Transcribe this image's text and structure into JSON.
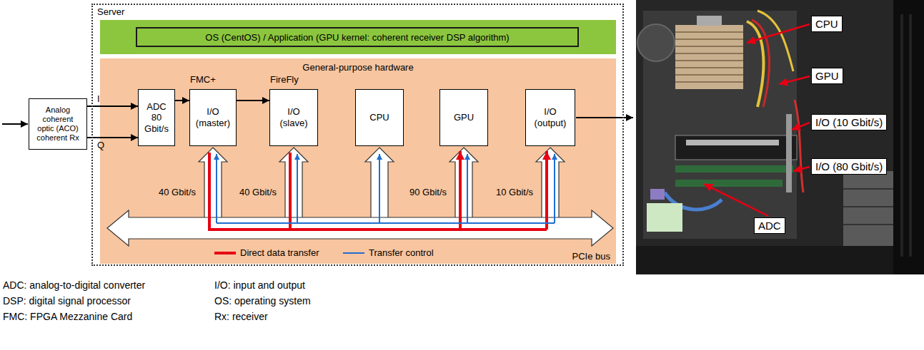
{
  "diagram": {
    "nodes": [
      {
        "text": [
          "Analog coherent optic (ACO) coherent Rx"
        ]
      },
      {
        "text": [
          "Server"
        ]
      },
      {
        "text": [
          "OS (CentOS) / Application (GPU kernel: coherent receiver DSP algorithm)"
        ],
        "in": 1
      },
      {
        "text": [
          "General-purpose hardware",
          "PCIe bus"
        ],
        "in": 1
      },
      {
        "text": [
          "ADC 80 Gbit/s"
        ],
        "in": 3
      },
      {
        "text": [
          "I/O (master)"
        ],
        "in": 3
      },
      {
        "text": [
          "I/O (slave)"
        ],
        "in": 3
      },
      {
        "text": [
          "CPU"
        ],
        "in": 3
      },
      {
        "text": [
          "GPU"
        ],
        "in": 3
      },
      {
        "text": [
          "I/O (output)"
        ],
        "in": 3
      }
    ],
    "edges": [
      {
        "from": 0,
        "to": 4,
        "arrow": "to",
        "label": "I"
      },
      {
        "from": 0,
        "to": 4,
        "arrow": "to",
        "label": "Q"
      },
      {
        "from": 4,
        "to": 5,
        "arrow": "to"
      },
      {
        "from": 5,
        "to": 6,
        "arrow": "to"
      }
    ],
    "labels": [
      "FMC+",
      "FireFly",
      "40 Gbit/s",
      "40 Gbit/s",
      "90 Gbit/s",
      "10 Gbit/s",
      "CPU",
      "GPU",
      "I/O (10 Gbit/s)",
      "I/O (80 Gbit/s)",
      "ADC",
      "ADC: analog-to-digital converter",
      "DSP: digital signal processor",
      "FMC: FPGA Mezzanine Card",
      "I/O: input and output",
      "OS: operating system",
      "Rx: receiver"
    ],
    "legend": [
      {
        "text": "Direct data transfer"
      },
      {
        "text": "Transfer control"
      }
    ]
  }
}
